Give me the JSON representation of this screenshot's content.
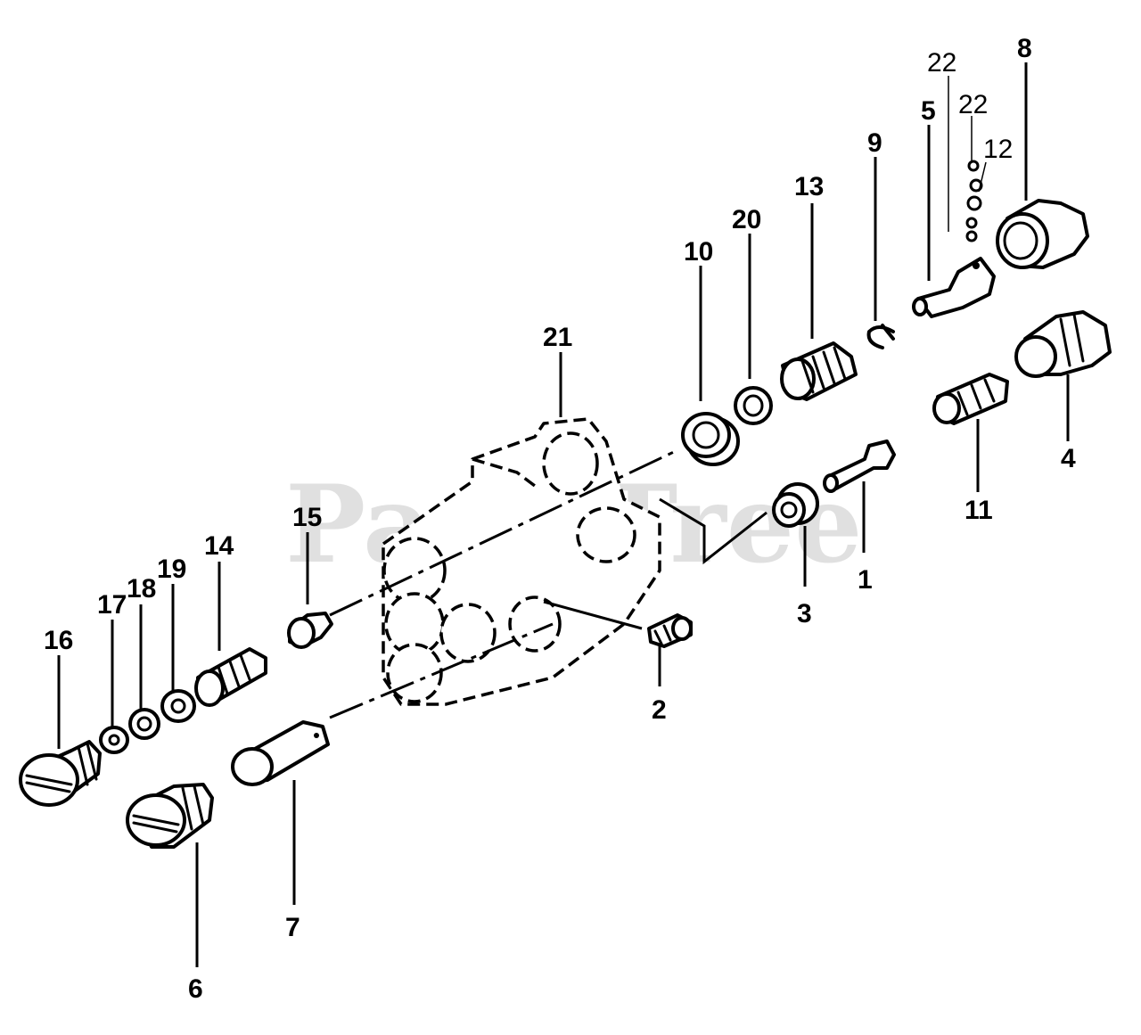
{
  "watermark": "PartsTree",
  "callouts": {
    "c1": "1",
    "c2": "2",
    "c3": "3",
    "c4": "4",
    "c5": "5",
    "c6": "6",
    "c7": "7",
    "c8": "8",
    "c9": "9",
    "c10": "10",
    "c11": "11",
    "c12": "12",
    "c13": "13",
    "c14": "14",
    "c15": "15",
    "c16": "16",
    "c17": "17",
    "c18": "18",
    "c19": "19",
    "c20": "20",
    "c21": "21",
    "c22a": "22",
    "c22b": "22"
  }
}
